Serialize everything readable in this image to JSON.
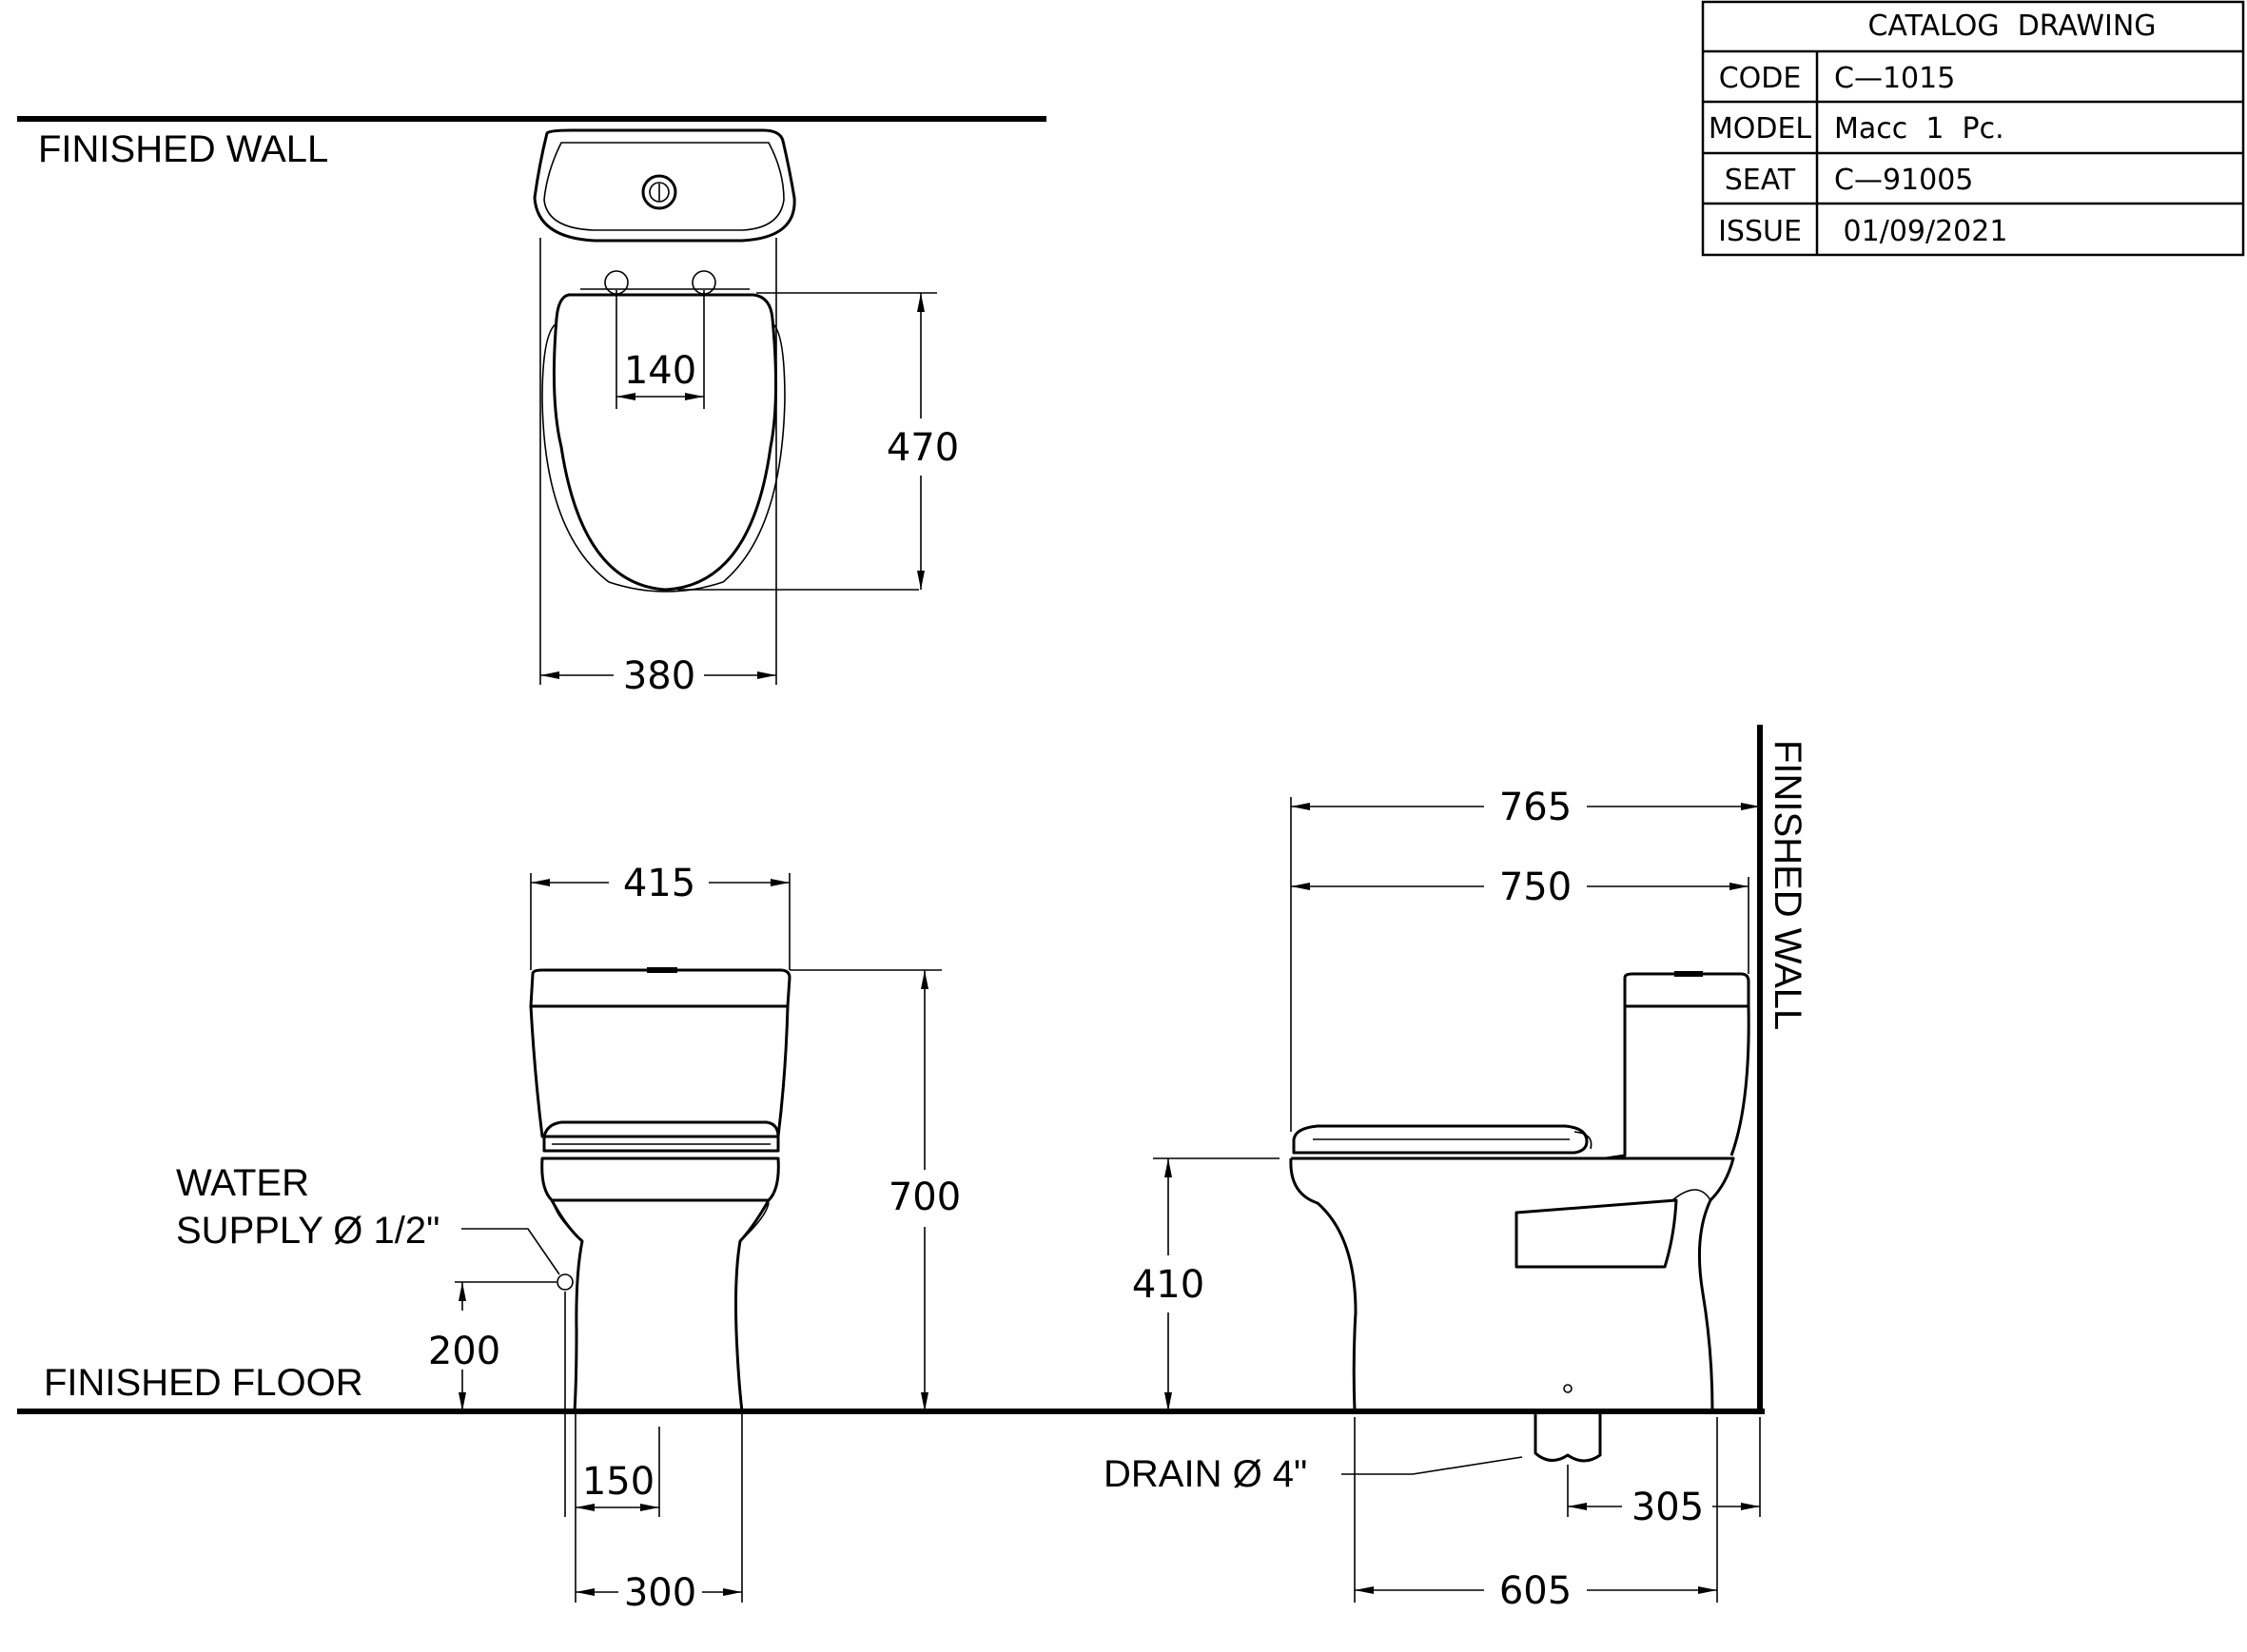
{
  "title_block": {
    "heading": "CATALOG  DRAWING",
    "rows": [
      {
        "key": "CODE",
        "value": "C—1015"
      },
      {
        "key": "MODEL",
        "value": "Macc  1  Pc."
      },
      {
        "key": "SEAT",
        "value": "C—91005"
      },
      {
        "key": "ISSUE",
        "value": " 01/09/2021"
      }
    ]
  },
  "labels": {
    "finished_wall_top": "FINISHED WALL",
    "finished_wall_side": "FINISHED WALL",
    "finished_floor": "FINISHED FLOOR",
    "water_line1": "WATER",
    "water_line2": "SUPPLY Ø 1/2\"",
    "drain": "DRAIN Ø 4\""
  },
  "dimensions": {
    "bolt_spacing": "140",
    "seat_depth": "470",
    "tank_width": "380",
    "overall_width": "415",
    "overall_height": "700",
    "supply_height": "200",
    "supply_offset": "150",
    "base_width": "300",
    "overall_length": "765",
    "length_to_seat": "750",
    "seat_height": "410",
    "base_length": "605",
    "rough_in": "305"
  }
}
